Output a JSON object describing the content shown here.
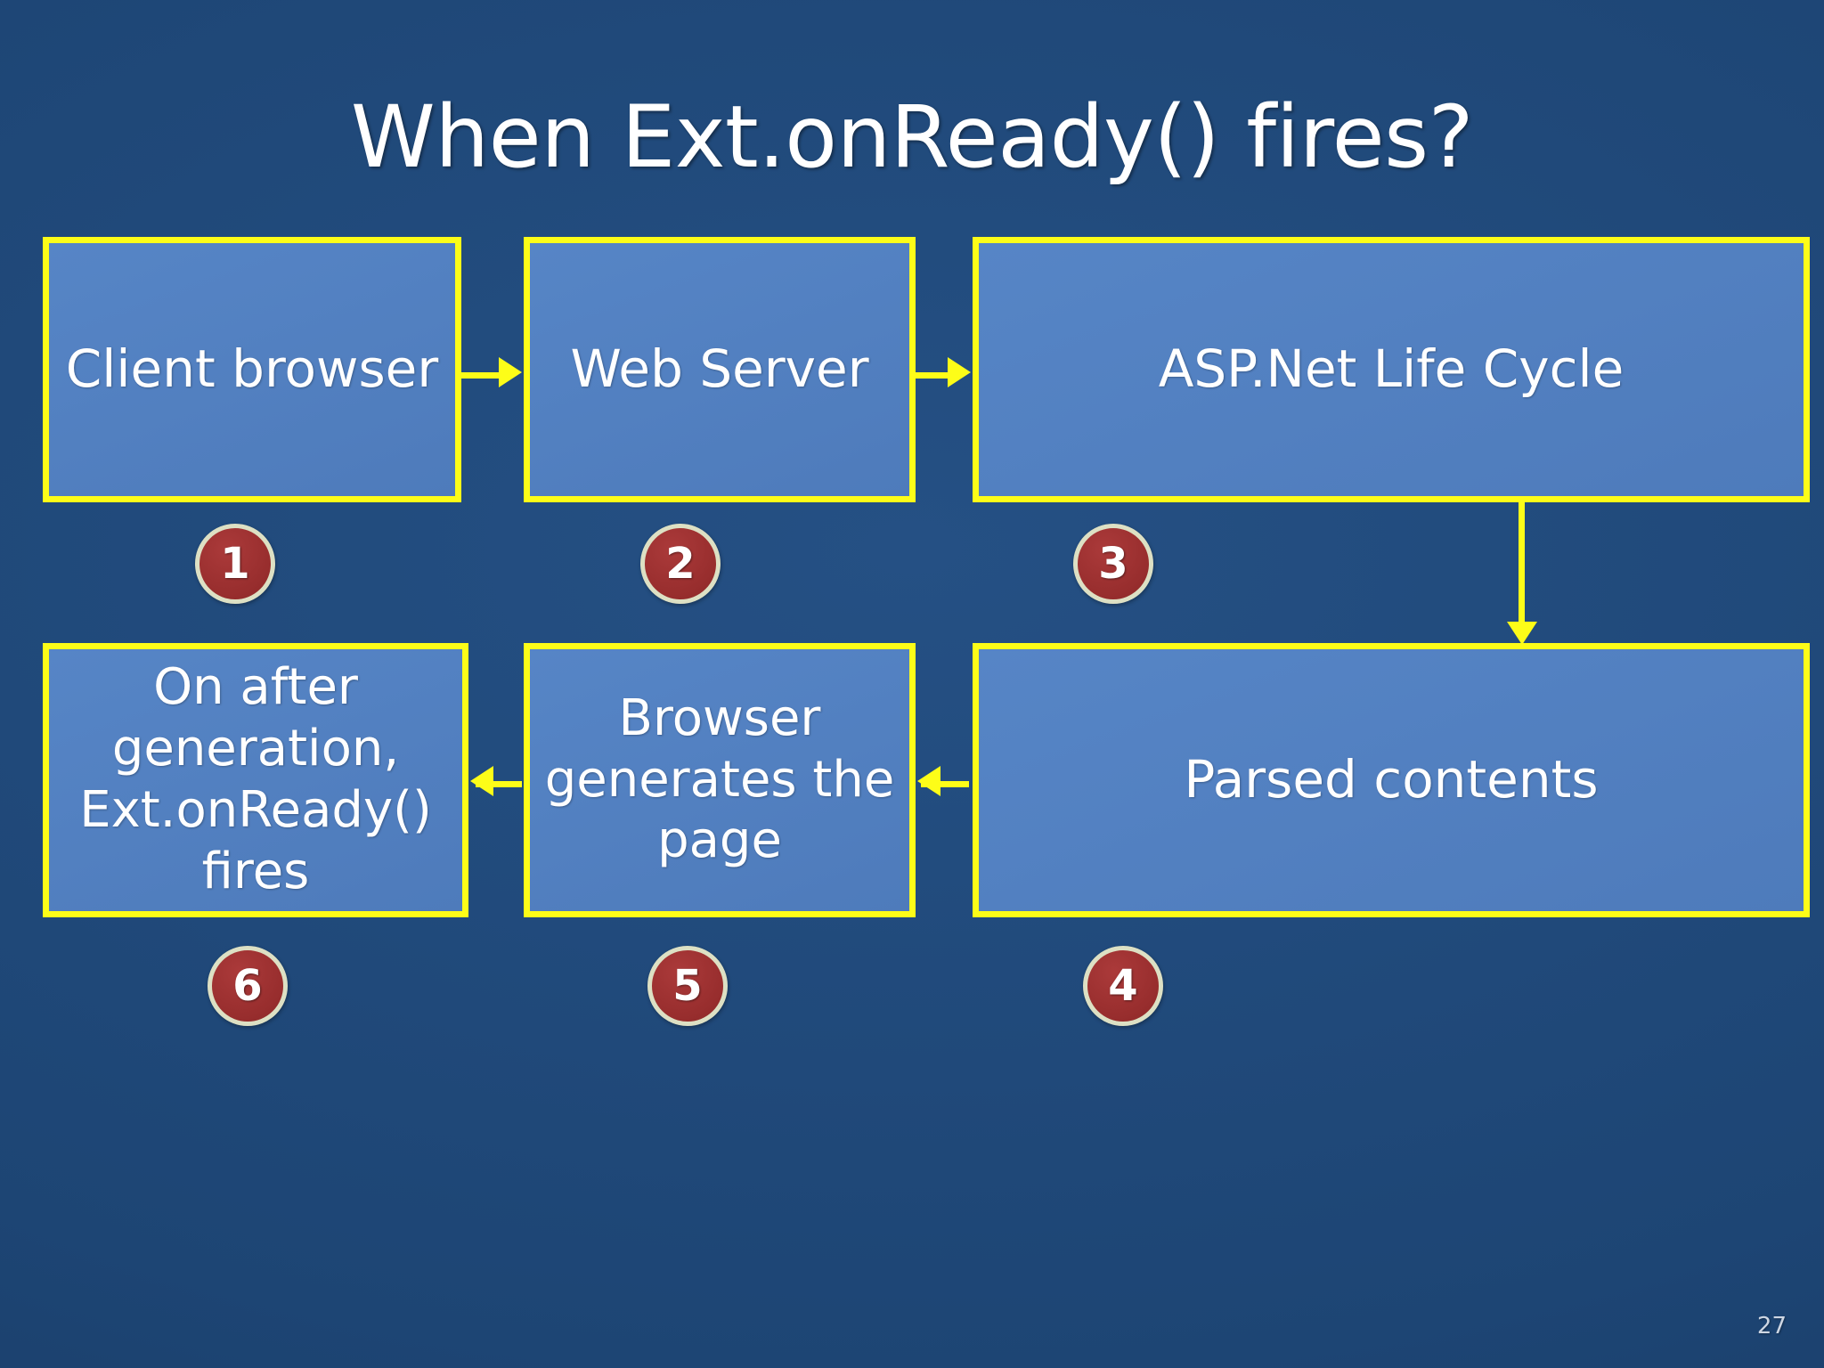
{
  "slide": {
    "title": "When Ext.onReady() fires?",
    "slide_number": "27",
    "background_color": "#1f4876",
    "accent_color": "#fdfd18",
    "box_fill_color": "#517fc0",
    "badge_fill_color": "#9c3030",
    "badge_border_color": "#dde0c4"
  },
  "diagram": {
    "type": "flowchart",
    "boxes": [
      {
        "id": "client",
        "label": "Client browser",
        "step": "1"
      },
      {
        "id": "server",
        "label": "Web Server",
        "step": "2"
      },
      {
        "id": "aspnet",
        "label": "ASP.Net Life Cycle",
        "step": "3"
      },
      {
        "id": "parsed",
        "label": "Parsed contents",
        "step": "4"
      },
      {
        "id": "browser",
        "label": "Browser generates the page",
        "step": "5"
      },
      {
        "id": "onafter",
        "label": "On after generation, Ext.onReady() fires",
        "step": "6"
      }
    ],
    "steps": {
      "one": "1",
      "two": "2",
      "three": "3",
      "four": "4",
      "five": "5",
      "six": "6"
    },
    "connectors": [
      {
        "from": "client",
        "to": "server",
        "direction": "right"
      },
      {
        "from": "server",
        "to": "aspnet",
        "direction": "right"
      },
      {
        "from": "aspnet",
        "to": "parsed",
        "direction": "down"
      },
      {
        "from": "parsed",
        "to": "browser",
        "direction": "left"
      },
      {
        "from": "browser",
        "to": "onafter",
        "direction": "left"
      }
    ]
  }
}
